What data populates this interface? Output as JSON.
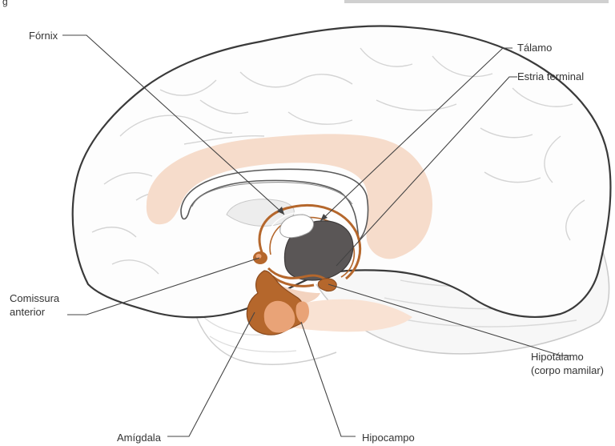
{
  "labels": {
    "fornix": "Fórnix",
    "talamo": "Tálamo",
    "estria_terminal": "Estria terminal",
    "comissura_line1": "Comissura",
    "comissura_line2": "anterior",
    "hipotalamo_line1": "Hipotálamo",
    "hipotalamo_line2": "(corpo mamilar)",
    "amigdala": "Amígdala",
    "hipocampo": "Hipocampo"
  },
  "colors": {
    "brain_outline": "#3a3a3a",
    "gyri_lines": "#d2d2d2",
    "limbic_band": "#f6dccb",
    "limbic_structure": "#b5672c",
    "limbic_light": "#e9a377",
    "thalamus_dark": "#5a5656",
    "leader_line": "#444444",
    "label_text": "#333333"
  }
}
